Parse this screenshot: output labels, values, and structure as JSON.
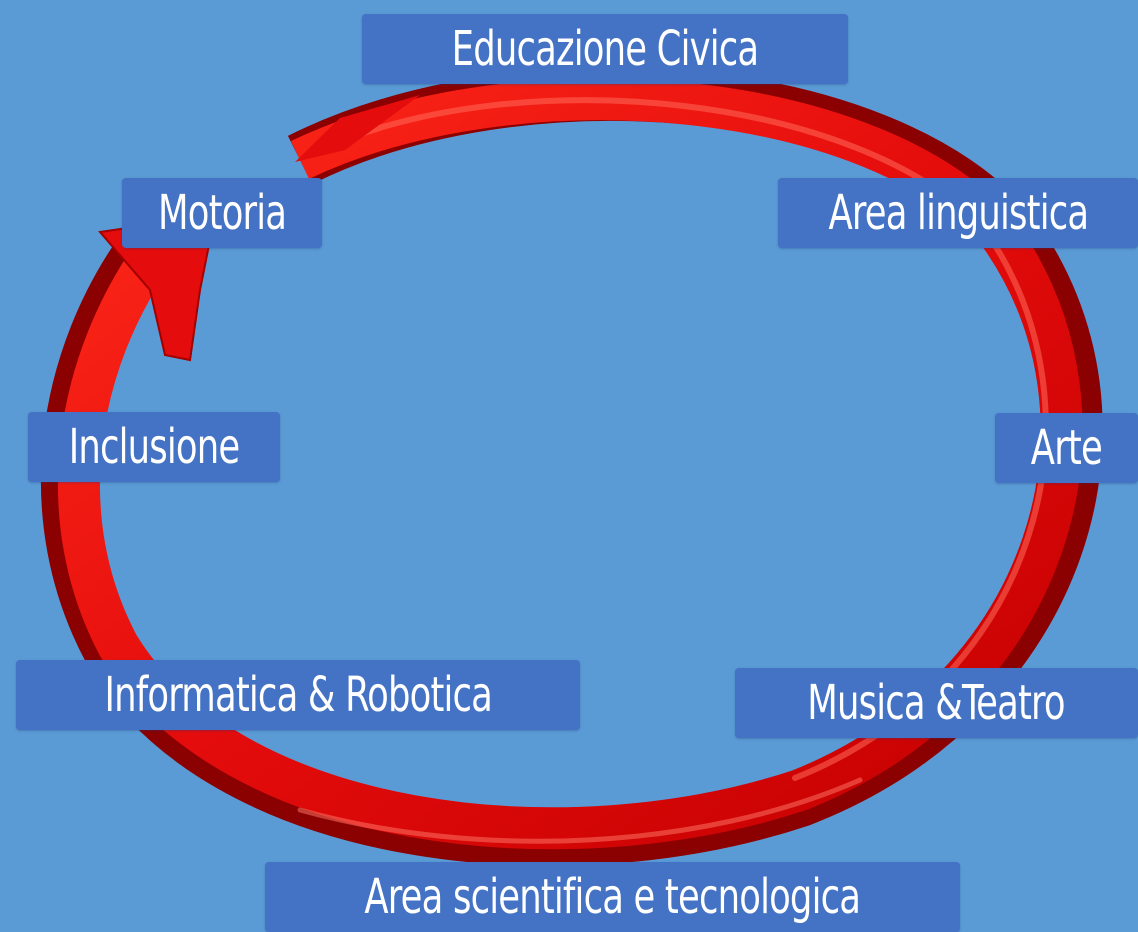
{
  "colors": {
    "background": "#5b9bd5",
    "label_bg": "#4472c4",
    "label_text": "#ffffff",
    "ring_main": "#ee1111",
    "ring_dark": "#8b0000",
    "ring_highlight": "#ff6a5a"
  },
  "ring": {
    "icon": "circular-arrow-ring"
  },
  "labels": {
    "educazione_civica": "Educazione Civica",
    "area_linguistica": "Area linguistica",
    "arte": "Arte",
    "musica_teatro": "Musica &Teatro",
    "area_scientifica": "Area scientifica e tecnologica",
    "informatica_robotica": "Informatica & Robotica",
    "inclusione": "Inclusione",
    "motoria": "Motoria"
  }
}
